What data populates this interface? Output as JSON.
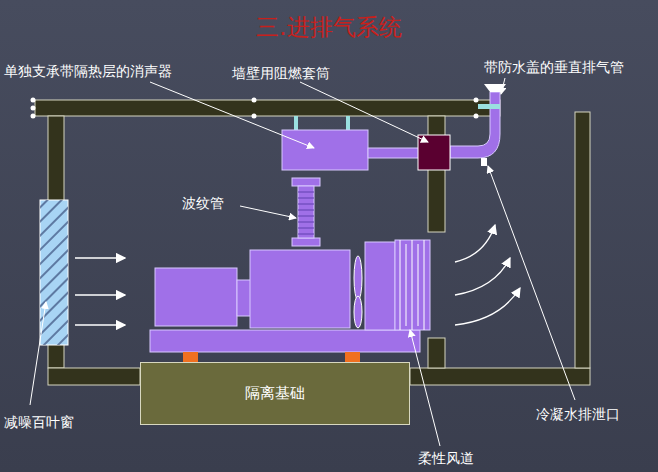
{
  "diagram": {
    "title": "三.进排气系统",
    "nodes": [
      {
        "text": [
          "隔离基础"
        ]
      }
    ],
    "labels": [
      "单独支承带隔热层的消声器",
      "墙壁用阻燃套筒",
      "带防水盖的垂直排气管",
      "波纹管",
      "减噪百叶窗",
      "冷凝水排泄口",
      "柔性风道"
    ]
  }
}
